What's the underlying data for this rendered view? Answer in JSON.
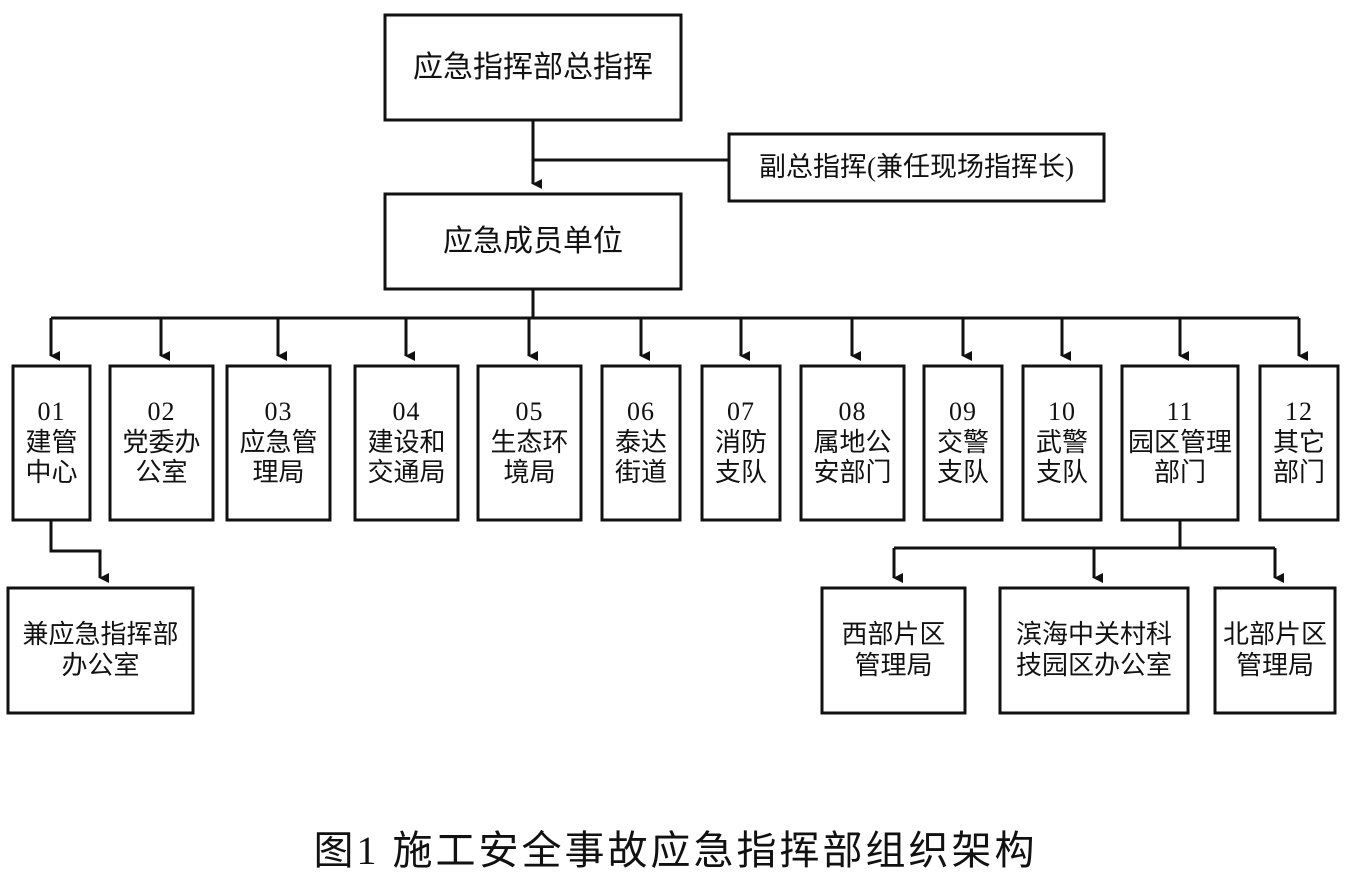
{
  "figure": {
    "caption": "图1  施工安全事故应急指挥部组织架构"
  },
  "nodes": {
    "commander": {
      "label": "应急指挥部总指挥"
    },
    "deputy": {
      "label": "副总指挥(兼任现场指挥长)"
    },
    "member_units": {
      "label": "应急成员单位"
    },
    "office": {
      "label": "兼应急指挥部\n办公室"
    }
  },
  "departments": [
    {
      "num": "01",
      "label": "建管\n中心"
    },
    {
      "num": "02",
      "label": "党委办\n公室"
    },
    {
      "num": "03",
      "label": "应急管\n理局"
    },
    {
      "num": "04",
      "label": "建设和\n交通局"
    },
    {
      "num": "05",
      "label": "生态环\n境局"
    },
    {
      "num": "06",
      "label": "泰达\n街道"
    },
    {
      "num": "07",
      "label": "消防\n支队"
    },
    {
      "num": "08",
      "label": "属地公\n安部门"
    },
    {
      "num": "09",
      "label": "交警\n支队"
    },
    {
      "num": "10",
      "label": "武警\n支队"
    },
    {
      "num": "11",
      "label": "园区管理\n部门"
    },
    {
      "num": "12",
      "label": "其它\n部门"
    }
  ],
  "sub_departments": [
    {
      "label": "西部片区\n管理局"
    },
    {
      "label": "滨海中关村科\n技园区办公室"
    },
    {
      "label": "北部片区\n管理局"
    }
  ],
  "colors": {
    "stroke": "#111111",
    "background": "#ffffff",
    "text": "#111111"
  }
}
